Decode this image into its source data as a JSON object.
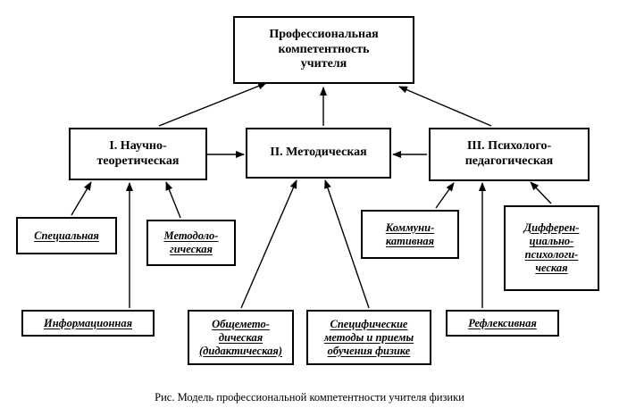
{
  "diagram": {
    "root": "Профессиональная\nкомпетентность\nучителя",
    "nodes": {
      "scientific": "I. Научно-\nтеоретическая",
      "methodical": "II. Методическая",
      "psycho": "III. Психолого-\nпедагогическая",
      "special": "Специальная",
      "methodological": "Методоло-\nгическая",
      "informational": "Информационная",
      "general_methodical": "Общемето-\nдическая\n(дидактическая)",
      "specific_methods": "Специфические\nметоды и приемы\nобучения физике",
      "communicative": "Коммуни-\nкативная",
      "reflexive": "Рефлексивная",
      "differential": "Дифферен-\nциально-\nпсихологи-\nческая"
    }
  },
  "caption": "Рис. Модель профессиональной компетентности учителя физики"
}
